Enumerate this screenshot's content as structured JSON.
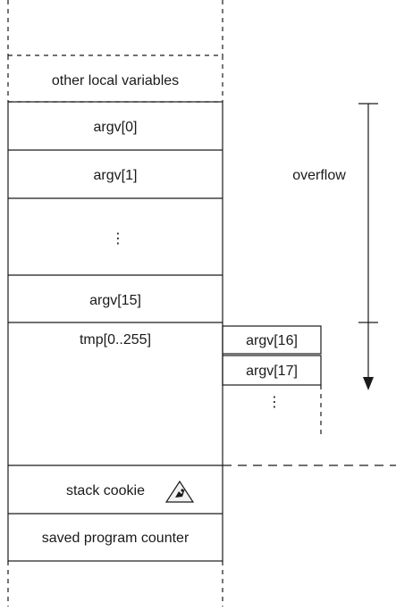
{
  "stack": {
    "other_locals": "other local variables",
    "argv0": "argv[0]",
    "argv1": "argv[1]",
    "ellipsis": "⋮",
    "argv15": "argv[15]",
    "tmp": "tmp[0..255]",
    "cookie": "stack cookie",
    "saved_pc": "saved program counter"
  },
  "overflow_cells": {
    "argv16": "argv[16]",
    "argv17": "argv[17]",
    "ellipsis": "⋮"
  },
  "annotation": {
    "overflow_label": "overflow"
  },
  "icons": {
    "cookie_icon": "warning-triangle-icon"
  }
}
